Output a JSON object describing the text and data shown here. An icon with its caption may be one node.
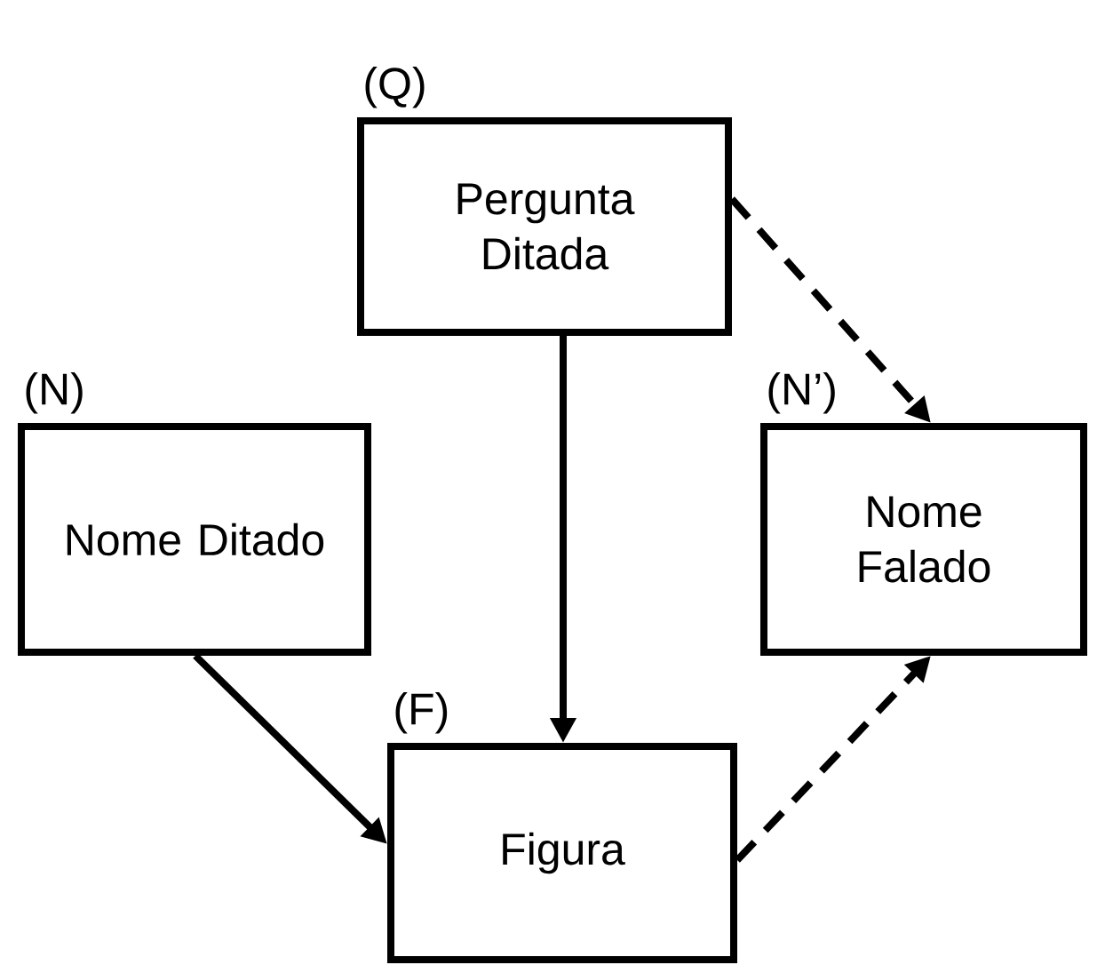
{
  "diagram": {
    "nodes": [
      {
        "text": [
          "(Q)",
          "Pergunta Ditada"
        ]
      },
      {
        "text": [
          "(N)",
          "Nome Ditado"
        ]
      },
      {
        "text": [
          "(N’)",
          "Nome Falado"
        ]
      },
      {
        "text": [
          "(F)",
          "Figura"
        ]
      }
    ],
    "edges": [
      {
        "from": 0,
        "to": 3,
        "arrow": "to"
      },
      {
        "from": 1,
        "to": 3,
        "arrow": "to"
      },
      {
        "from": 0,
        "to": 2,
        "arrow": "to",
        "style": "dashed"
      },
      {
        "from": 3,
        "to": 2,
        "arrow": "to",
        "style": "dashed"
      }
    ]
  }
}
